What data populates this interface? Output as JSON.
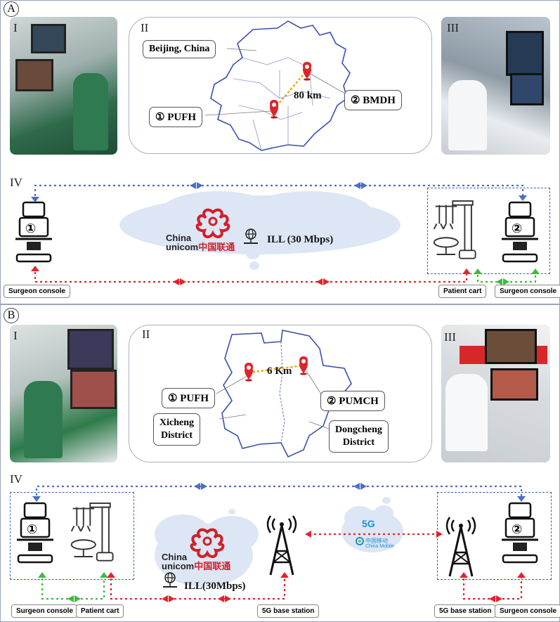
{
  "panelA": {
    "letter": "A",
    "roman": {
      "i": "I",
      "ii": "II",
      "iii": "III",
      "iv": "IV"
    },
    "map": {
      "city": "Beijing, China",
      "site1": "① PUFH",
      "site2": "② BMDH",
      "distance": "80 km"
    },
    "network": {
      "carrier_line1": "China",
      "carrier_line2": "unicom",
      "carrier_cn": "中国联通",
      "link": "ILL (30 Mbps)"
    },
    "console1_num": "①",
    "console2_num": "②",
    "labels": {
      "surgeon_console_left": "Surgeon console",
      "patient_cart": "Patient cart",
      "surgeon_console_right": "Surgeon console"
    }
  },
  "panelB": {
    "letter": "B",
    "roman": {
      "i": "I",
      "ii": "II",
      "iii": "III",
      "iv": "IV"
    },
    "map": {
      "site1": "① PUFH",
      "site2": "② PUMCH",
      "distance": "6 Km",
      "district1": "Xicheng\nDistrict",
      "district2": "Dongcheng\nDistrict"
    },
    "network": {
      "carrier_line1": "China",
      "carrier_line2": "unicom",
      "carrier_cn": "中国联通",
      "link": "ILL(30Mbps)",
      "mobile_5g": "5G",
      "mobile_cn": "中国移动",
      "mobile_en": "China Mobile"
    },
    "console1_num": "①",
    "console2_num": "②",
    "labels": {
      "surgeon_console": "Surgeon console",
      "patient_cart": "Patient cart",
      "base_station_1": "5G base station",
      "base_station_2": "5G base station",
      "surgeon_console_right": "Surgeon console"
    }
  },
  "colors": {
    "red": "#e0242c",
    "blue": "#4a70c0",
    "green": "#3dbb3d",
    "orange": "#f2a400",
    "cloud": "#dde6f4"
  }
}
